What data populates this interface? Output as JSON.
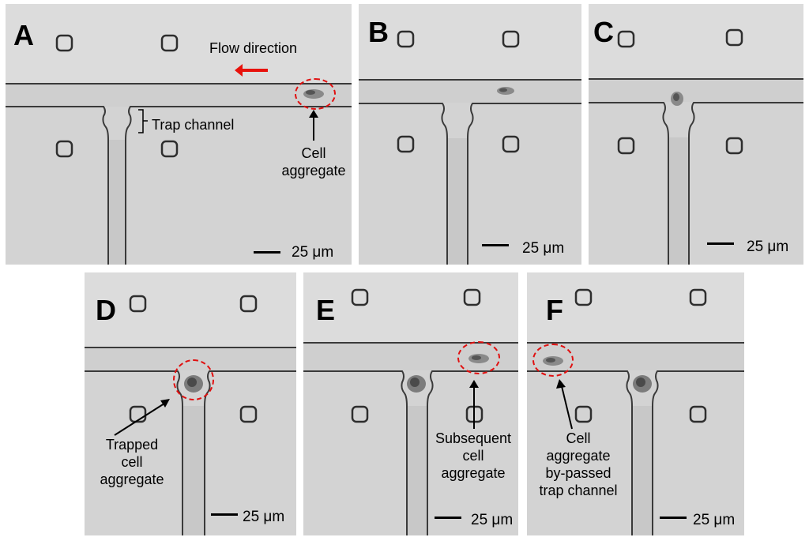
{
  "panels": {
    "a": {
      "label": "A",
      "scale": "25 μm",
      "flow_label": "Flow direction",
      "trap_label": "Trap channel",
      "aggregate_label": "Cell\naggregate"
    },
    "b": {
      "label": "B",
      "scale": "25 μm"
    },
    "c": {
      "label": "C",
      "scale": "25 μm"
    },
    "d": {
      "label": "D",
      "scale": "25 μm",
      "aggregate_label": "Trapped\ncell\naggregate"
    },
    "e": {
      "label": "E",
      "scale": "25 μm",
      "aggregate_label": "Subsequent\ncell\naggregate"
    },
    "f": {
      "label": "F",
      "scale": "25 μm",
      "aggregate_label": "Cell\naggregate\nby-passed\ntrap channel"
    }
  },
  "colors": {
    "highlight": "#e01010",
    "flow_arrow": "#e8120c",
    "background": "#d4d4d4"
  }
}
